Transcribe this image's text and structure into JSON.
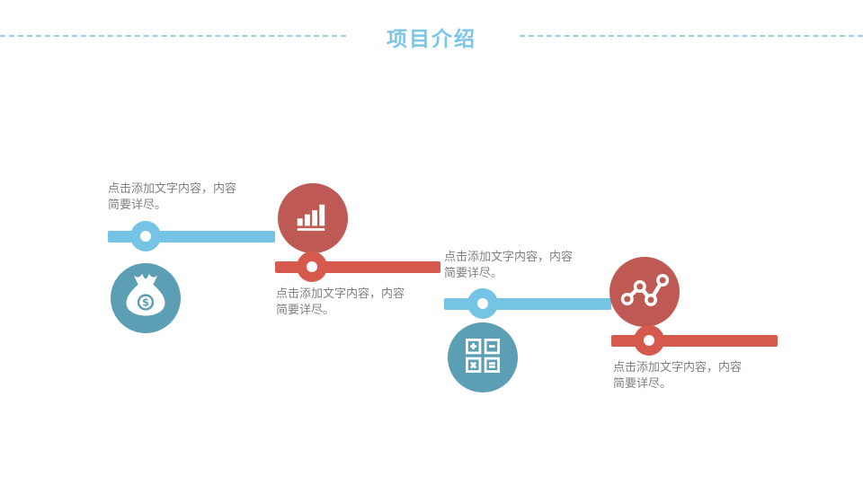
{
  "slide": {
    "title": "项目介绍"
  },
  "colors": {
    "title_blue": "#7cc5e6",
    "dashed_line_blue": "#9ecfdb",
    "bar_blue": "#76c4e5",
    "bar_red": "#d6594e",
    "icon_circle_red": "#be5a53",
    "icon_circle_teal": "#5c9eb4",
    "caption_gray": "#808080",
    "background": "#ffffff"
  },
  "steps": [
    {
      "text": "点击添加文字内容，内容简要详尽。",
      "bar_color": "blue",
      "text_position": "above-bar",
      "icon": "bar-chart-icon",
      "icon_circle_color": "red"
    },
    {
      "text": "点击添加文字内容，内容简要详尽。",
      "bar_color": "red",
      "text_position": "below-bar",
      "icon": "money-bag-icon",
      "icon_circle_color": "teal"
    },
    {
      "text": "点击添加文字内容，内容简要详尽。",
      "bar_color": "blue",
      "text_position": "above-bar",
      "icon": "line-chart-icon",
      "icon_circle_color": "red"
    },
    {
      "text": "点击添加文字内容，内容简要详尽。",
      "bar_color": "red",
      "text_position": "below-bar",
      "icon": "calculator-icon",
      "icon_circle_color": "teal"
    }
  ]
}
